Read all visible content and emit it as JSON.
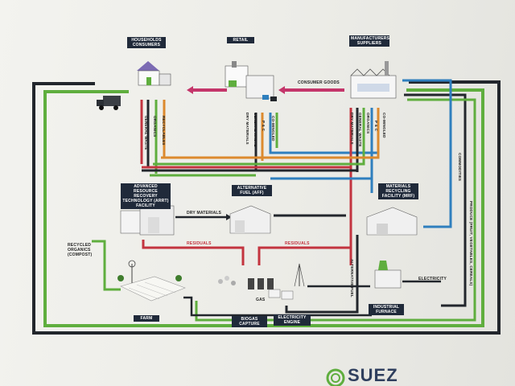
{
  "nodes": {
    "households": "HOUSEHOLDS CONSUMERS",
    "retail": "RETAIL",
    "manufacturers": "MANUFACTURERS SUPPLIERS",
    "arrt": "ADVANCED RESOURCE RECOVERY TECHNOLOGY (ARRT) FACILITY",
    "alt_fuel": "ALTERNATIVE FUEL (AFF)",
    "mrf": "MATERIALS RECYCLING FACILITY (MRF)",
    "farm": "FARM",
    "biogas": "BIOGAS CAPTURE",
    "electricity_engine": "ELECTRICITY ENGINE",
    "industrial": "INDUSTRIAL FURNACE"
  },
  "flows": {
    "consumer_goods": "CONSUMER GOODS",
    "general_waste": "GENERAL WASTE",
    "organics": "ORGANICS",
    "recyclables": "RECYCLABLES",
    "dry_materials": "DRY MATERIALS",
    "p_and_c": "P & C",
    "co_mingled": "CO-MINGLED",
    "dry_materials_2": "DRY MATERIALS",
    "residuals_left": "RESIDUALS",
    "residuals_right": "RESIDUALS",
    "recycled_organics": "RECYCLED ORGANICS (COMPOST)",
    "alternative_fuel": "ALTERNATIVE FUEL",
    "electricity": "ELECTRICITY",
    "commodities": "COMMODITIES",
    "produce": "PRODUCE (FRUIT, VEGETABLES, CEREALS)",
    "gas": "GAS"
  },
  "logo": {
    "text": "SUEZ"
  },
  "colors": {
    "waste_black": "#22262c",
    "organics_green": "#5fae3e",
    "recyclables_orange": "#dc8a2e",
    "p_and_c_blue": "#2f7fbe",
    "residuals_red": "#c3343f",
    "consumer_goods_pink": "#c4356a",
    "node_label_navy": "#202a3a"
  }
}
